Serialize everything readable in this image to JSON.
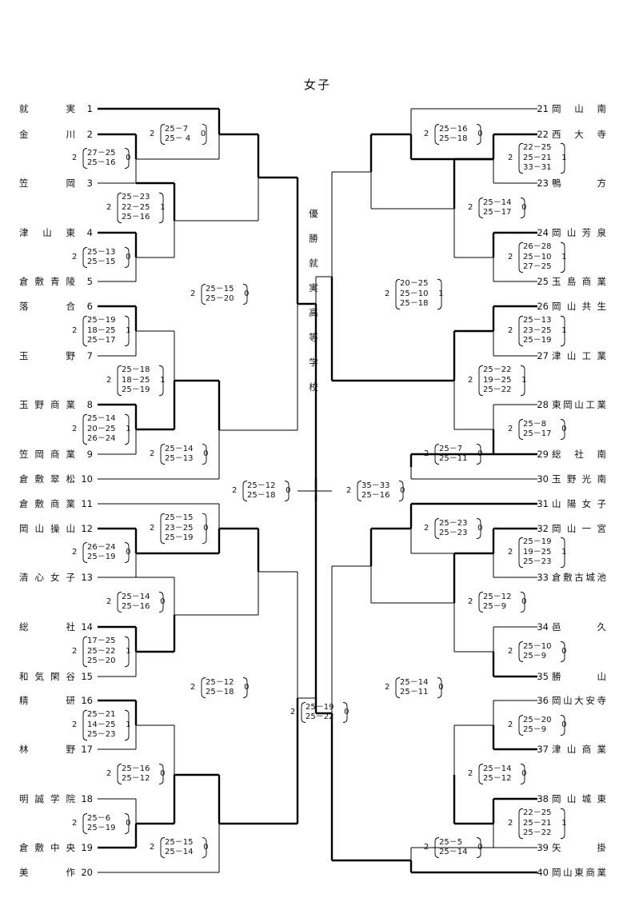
{
  "title": "女子",
  "champion": {
    "label": [
      "優",
      "勝"
    ],
    "school": [
      "就",
      "実",
      "高",
      "等",
      "学",
      "校"
    ]
  },
  "left_teams": [
    {
      "no": "1",
      "name": "就実"
    },
    {
      "no": "2",
      "name": "金川"
    },
    {
      "no": "3",
      "name": "笠岡"
    },
    {
      "no": "4",
      "name": "津山東"
    },
    {
      "no": "5",
      "name": "倉敷青陵"
    },
    {
      "no": "6",
      "name": "落合"
    },
    {
      "no": "7",
      "name": "玉野"
    },
    {
      "no": "8",
      "name": "玉野商業"
    },
    {
      "no": "9",
      "name": "笠岡商業"
    },
    {
      "no": "10",
      "name": "倉敷翠松"
    },
    {
      "no": "11",
      "name": "倉敷商業"
    },
    {
      "no": "12",
      "name": "岡山操山"
    },
    {
      "no": "13",
      "name": "清心女子"
    },
    {
      "no": "14",
      "name": "総社"
    },
    {
      "no": "15",
      "name": "和気閑谷"
    },
    {
      "no": "16",
      "name": "精研"
    },
    {
      "no": "17",
      "name": "林野"
    },
    {
      "no": "18",
      "name": "明誠学院"
    },
    {
      "no": "19",
      "name": "倉敷中央"
    },
    {
      "no": "20",
      "name": "美作"
    }
  ],
  "right_teams": [
    {
      "no": "21",
      "name": "岡山南"
    },
    {
      "no": "22",
      "name": "西大寺"
    },
    {
      "no": "23",
      "name": "鴨方"
    },
    {
      "no": "24",
      "name": "岡山芳泉"
    },
    {
      "no": "25",
      "name": "玉島商業"
    },
    {
      "no": "26",
      "name": "岡山共生"
    },
    {
      "no": "27",
      "name": "津山工業"
    },
    {
      "no": "28",
      "name": "東岡山工業"
    },
    {
      "no": "29",
      "name": "総社南"
    },
    {
      "no": "30",
      "name": "玉野光南"
    },
    {
      "no": "31",
      "name": "山陽女子"
    },
    {
      "no": "32",
      "name": "岡山一宮"
    },
    {
      "no": "33",
      "name": "倉敷古城池"
    },
    {
      "no": "34",
      "name": "邑久"
    },
    {
      "no": "35",
      "name": "勝山"
    },
    {
      "no": "36",
      "name": "岡山大安寺"
    },
    {
      "no": "37",
      "name": "津山商業"
    },
    {
      "no": "38",
      "name": "岡山城東"
    },
    {
      "no": "39",
      "name": "矢掛"
    },
    {
      "no": "40",
      "name": "岡山東商業"
    }
  ],
  "scores": [
    {
      "id": "L-2-3",
      "w": "2",
      "l": "0",
      "sets": [
        "27－25",
        "25－16"
      ]
    },
    {
      "id": "L-4-5",
      "w": "2",
      "l": "0",
      "sets": [
        "25－13",
        "25－15"
      ]
    },
    {
      "id": "L-6-7",
      "w": "2",
      "l": "1",
      "sets": [
        "25－19",
        "18－25",
        "25－17"
      ]
    },
    {
      "id": "L-8-9",
      "w": "2",
      "l": "1",
      "sets": [
        "25－14",
        "20－25",
        "26－24"
      ]
    },
    {
      "id": "L-12-13",
      "w": "2",
      "l": "0",
      "sets": [
        "26－24",
        "25－19"
      ]
    },
    {
      "id": "L-14-15",
      "w": "2",
      "l": "1",
      "sets": [
        "17－25",
        "25－22",
        "25－20"
      ]
    },
    {
      "id": "L-16-17",
      "w": "2",
      "l": "1",
      "sets": [
        "25－21",
        "14－25",
        "25－23"
      ]
    },
    {
      "id": "L-18-19",
      "w": "2",
      "l": "0",
      "sets": [
        "25－6",
        "25－19"
      ]
    },
    {
      "id": "L-1-23",
      "w": "2",
      "l": "0",
      "sets": [
        "25－7",
        "25－ 4"
      ]
    },
    {
      "id": "L-3-45",
      "w": "2",
      "l": "1",
      "sets": [
        "25－23",
        "22－25",
        "25－16"
      ]
    },
    {
      "id": "L-67-89",
      "w": "2",
      "l": "1",
      "sets": [
        "25－18",
        "18－25",
        "25－19"
      ]
    },
    {
      "id": "L-89-10",
      "w": "2",
      "l": "0",
      "sets": [
        "25－14",
        "25－13"
      ]
    },
    {
      "id": "L-11-1213",
      "w": "2",
      "l": "0",
      "sets": [
        "25－15",
        "23－25",
        "25－19"
      ]
    },
    {
      "id": "L-13-1415",
      "w": "2",
      "l": "0",
      "sets": [
        "25－14",
        "25－16"
      ]
    },
    {
      "id": "L-1617-1819",
      "w": "2",
      "l": "0",
      "sets": [
        "25－16",
        "25－12"
      ]
    },
    {
      "id": "L-19-20",
      "w": "2",
      "l": "0",
      "sets": [
        "25－15",
        "25－14"
      ]
    },
    {
      "id": "L-QF1",
      "w": "2",
      "l": "0",
      "sets": [
        "25－15",
        "25－20"
      ]
    },
    {
      "id": "L-QF2",
      "w": "2",
      "l": "0",
      "sets": [
        "25－12",
        "25－18"
      ]
    },
    {
      "id": "L-SF",
      "w": "2",
      "l": "0",
      "sets": [
        "25－12",
        "25－18"
      ]
    },
    {
      "id": "FINAL",
      "w": "2",
      "l": "0",
      "sets": [
        "25－19",
        "25－22"
      ]
    },
    {
      "id": "R-21-2223",
      "w": "2",
      "l": "0",
      "sets": [
        "25－16",
        "25－18"
      ]
    },
    {
      "id": "R-22-23",
      "w": "2",
      "l": "1",
      "sets": [
        "22－25",
        "25－21",
        "33－31"
      ]
    },
    {
      "id": "R-2223-2425",
      "w": "2",
      "l": "0",
      "sets": [
        "25－14",
        "25－17"
      ]
    },
    {
      "id": "R-24-25",
      "w": "2",
      "l": "1",
      "sets": [
        "26－28",
        "25－10",
        "27－25"
      ]
    },
    {
      "id": "R-QF1",
      "w": "2",
      "l": "1",
      "sets": [
        "20－25",
        "25－10",
        "25－18"
      ]
    },
    {
      "id": "R-26-27",
      "w": "2",
      "l": "1",
      "sets": [
        "25－13",
        "23－25",
        "25－19"
      ]
    },
    {
      "id": "R-2627-2829",
      "w": "2",
      "l": "1",
      "sets": [
        "25－22",
        "19－25",
        "25－22"
      ]
    },
    {
      "id": "R-28-29",
      "w": "2",
      "l": "0",
      "sets": [
        "25－8",
        "25－17"
      ]
    },
    {
      "id": "R-29-30",
      "w": "2",
      "l": "0",
      "sets": [
        "25－7",
        "25－11"
      ]
    },
    {
      "id": "R-SF",
      "w": "2",
      "l": "0",
      "sets": [
        "35－33",
        "25－16"
      ]
    },
    {
      "id": "R-31-3233",
      "w": "2",
      "l": "0",
      "sets": [
        "25－23",
        "25－23"
      ]
    },
    {
      "id": "R-32-33",
      "w": "2",
      "l": "1",
      "sets": [
        "25－19",
        "19－25",
        "25－23"
      ]
    },
    {
      "id": "R-3233-3435",
      "w": "2",
      "l": "0",
      "sets": [
        "25－12",
        "25－9"
      ]
    },
    {
      "id": "R-34-35",
      "w": "2",
      "l": "0",
      "sets": [
        "25－10",
        "25－9"
      ]
    },
    {
      "id": "R-QF2",
      "w": "2",
      "l": "0",
      "sets": [
        "25－14",
        "25－11"
      ]
    },
    {
      "id": "R-36-37",
      "w": "2",
      "l": "0",
      "sets": [
        "25－20",
        "25－9"
      ]
    },
    {
      "id": "R-3637-3839",
      "w": "2",
      "l": "0",
      "sets": [
        "25－14",
        "25－12"
      ]
    },
    {
      "id": "R-38-39",
      "w": "2",
      "l": "1",
      "sets": [
        "22－25",
        "25－21",
        "25－22"
      ]
    },
    {
      "id": "R-39-40",
      "w": "2",
      "l": "0",
      "sets": [
        "25－5",
        "25－14"
      ]
    }
  ]
}
